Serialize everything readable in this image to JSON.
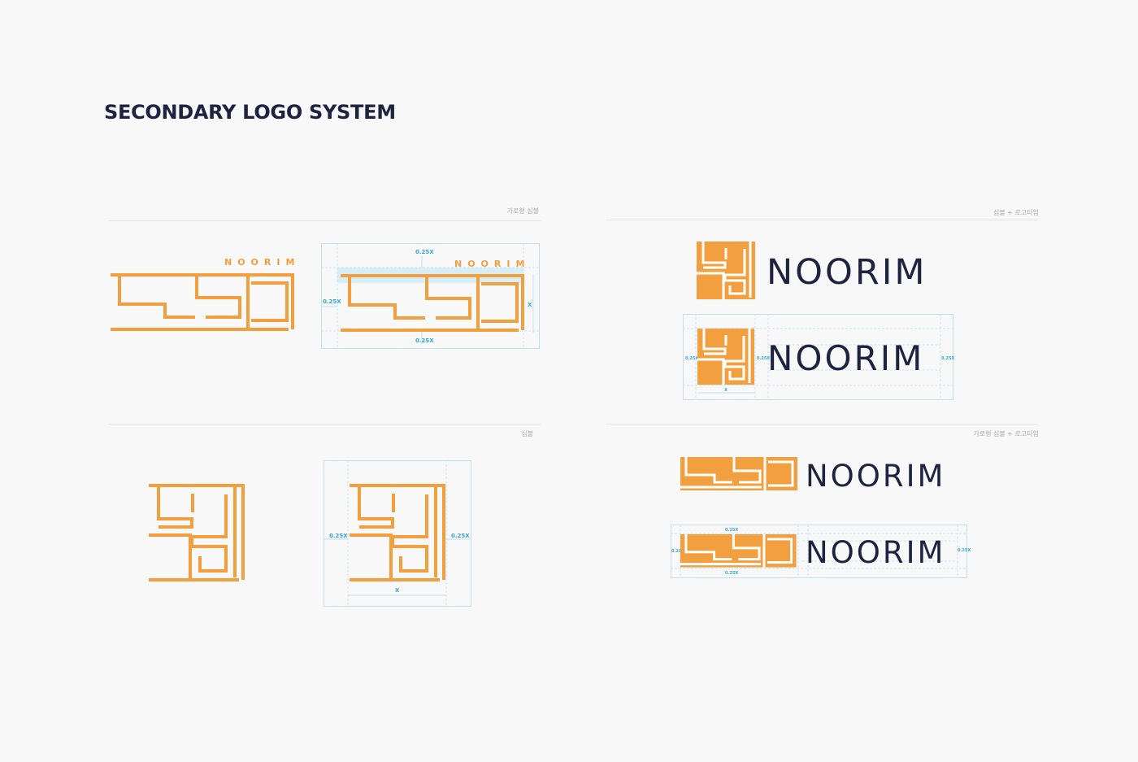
{
  "page": {
    "title": "SECONDARY LOGO SYSTEM"
  },
  "sections": {
    "horizontal_symbol": {
      "caption": "가로형 심볼"
    },
    "symbol_logotype": {
      "caption": "심볼 + 로고타입"
    },
    "symbol": {
      "caption": "심볼"
    },
    "horizontal_symbol_logotype": {
      "caption": "가로형 심볼 + 로고타입"
    }
  },
  "brand": {
    "wordmark": "NOORIM",
    "colors": {
      "primary": "#f2a03f",
      "navy": "#1e2440",
      "guide": "#3aa6d3"
    }
  },
  "measurements": {
    "quarter": "0.25X",
    "unit": "X"
  }
}
